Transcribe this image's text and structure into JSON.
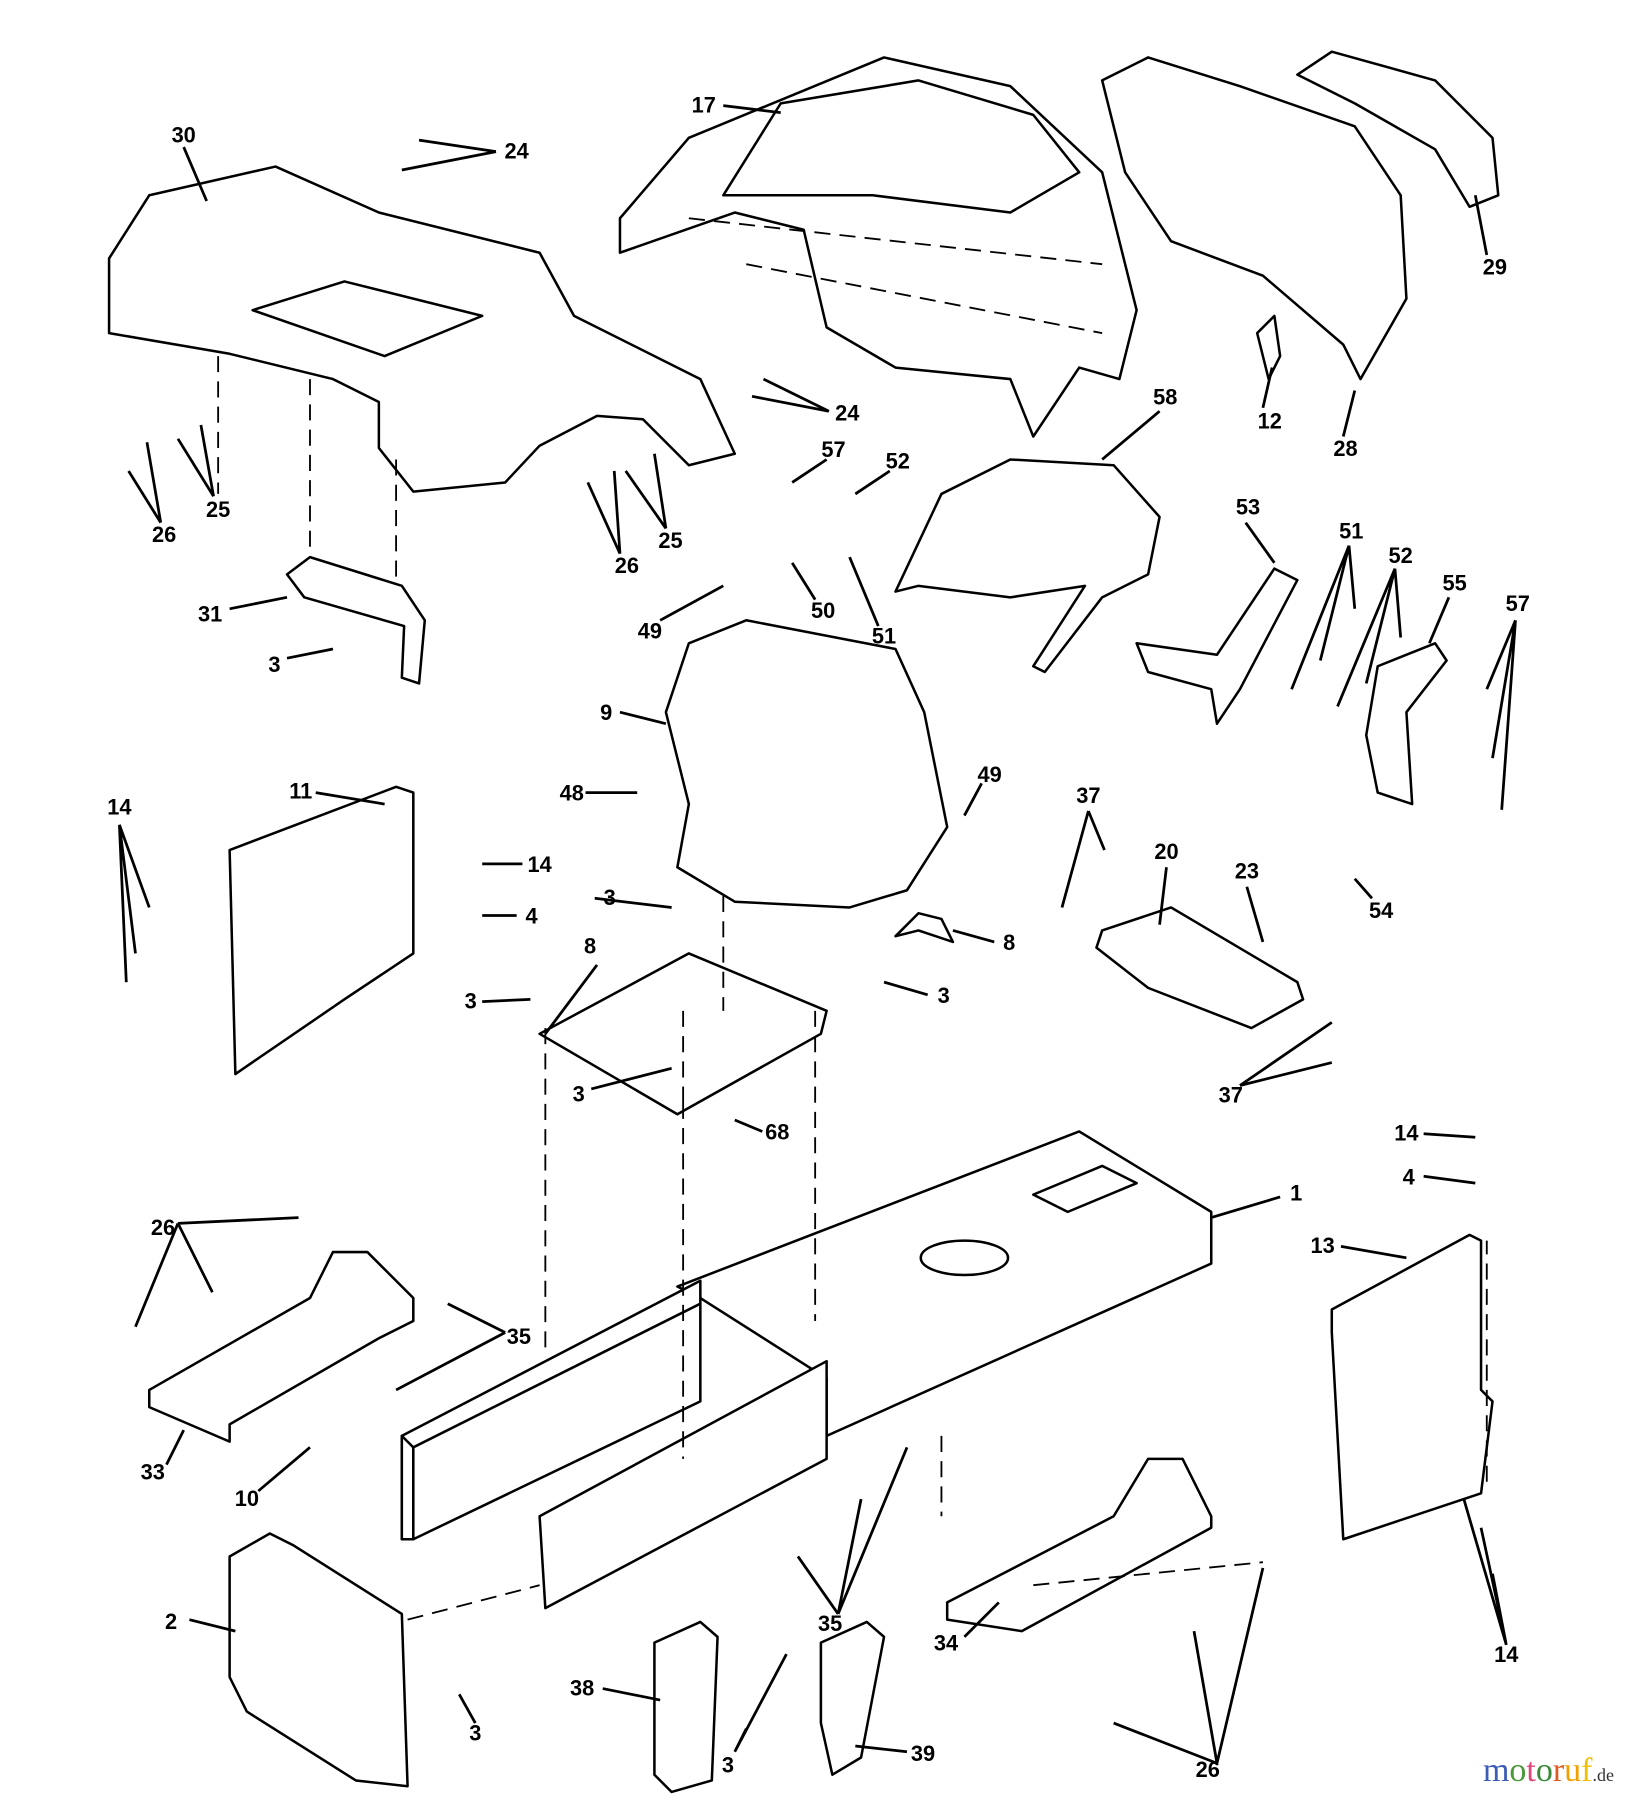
{
  "title": "Chassis and enclosures exploded parts diagram",
  "callouts": [
    "30",
    "24",
    "17",
    "29",
    "24",
    "25",
    "26",
    "25",
    "26",
    "57",
    "52",
    "58",
    "12",
    "28",
    "31",
    "3",
    "49",
    "50",
    "51",
    "53",
    "51",
    "52",
    "55",
    "57",
    "9",
    "48",
    "49",
    "11",
    "14",
    "14",
    "4",
    "37",
    "20",
    "23",
    "54",
    "3",
    "8",
    "8",
    "3",
    "3",
    "3",
    "68",
    "37",
    "1",
    "14",
    "4",
    "13",
    "26",
    "35",
    "33",
    "10",
    "2",
    "3",
    "38",
    "3",
    "39",
    "35",
    "34",
    "26",
    "14"
  ],
  "watermark": {
    "text": "motoruf",
    "suffix": ".de",
    "colors": [
      "#3b5bb5",
      "#4a9a3a",
      "#e0457b",
      "#3a8a3a",
      "#e05a20",
      "#f0a000",
      "#f0c000"
    ]
  }
}
